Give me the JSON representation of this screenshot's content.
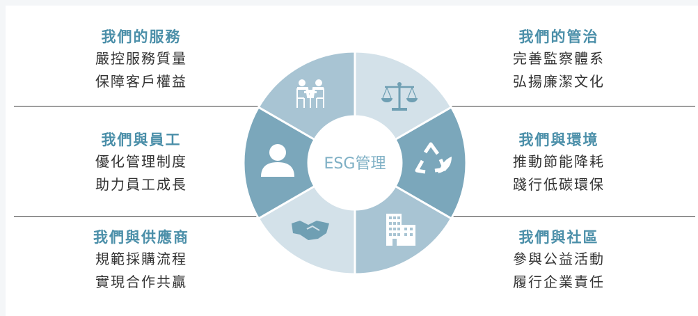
{
  "center_label": "ESG管理",
  "sections": {
    "services": {
      "title": "我們的服務",
      "lines": [
        "嚴控服務質量",
        "保障客戶權益"
      ],
      "icon": "meeting-icon"
    },
    "governance": {
      "title": "我們的管治",
      "lines": [
        "完善監察體系",
        "弘揚廉潔文化"
      ],
      "icon": "scales-icon"
    },
    "employees": {
      "title": "我們與員工",
      "lines": [
        "優化管理制度",
        "助力員工成長"
      ],
      "icon": "person-icon"
    },
    "environment": {
      "title": "我們與環境",
      "lines": [
        "推動節能降耗",
        "踐行低碳環保"
      ],
      "icon": "recycle-icon"
    },
    "suppliers": {
      "title": "我們與供應商",
      "lines": [
        "規範採購流程",
        "實現合作共贏"
      ],
      "icon": "handshake-icon"
    },
    "community": {
      "title": "我們與社區",
      "lines": [
        "參與公益活動",
        "履行企業責任"
      ],
      "icon": "buildings-icon"
    }
  },
  "colors": {
    "title": "#4b8fa9",
    "segment_light": "#d3e1e9",
    "segment_mid": "#a8c4d3",
    "segment_dark": "#7ba7bb",
    "center_text": "#7fb0c5"
  }
}
